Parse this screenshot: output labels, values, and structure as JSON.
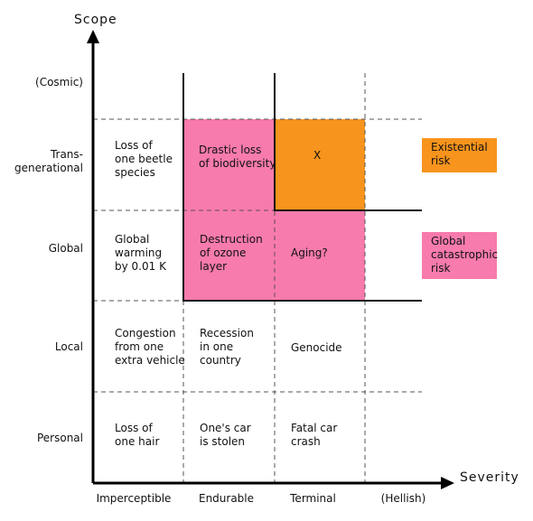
{
  "axes": {
    "y_title": "Scope",
    "x_title": "Severity"
  },
  "rows": [
    "(Cosmic)",
    "Trans-\ngenerational",
    "Global",
    "Local",
    "Personal"
  ],
  "columns": [
    "Imperceptible",
    "Endurable",
    "Terminal",
    "(Hellish)"
  ],
  "cells": {
    "trans_imperceptible": "Loss of\none beetle\nspecies",
    "trans_endurable": "Drastic loss\nof biodiversity",
    "trans_terminal": "X",
    "global_imperceptible": "Global\nwarming\nby 0.01 K",
    "global_endurable": "Destruction\nof ozone\nlayer",
    "global_terminal": "Aging?",
    "local_imperceptible": "Congestion\nfrom one\nextra vehicle",
    "local_endurable": "Recession\nin one\ncountry",
    "local_terminal": "Genocide",
    "personal_imperceptible": "Loss of\none hair",
    "personal_endurable": "One's car\nis stolen",
    "personal_terminal": "Fatal car\ncrash"
  },
  "legend": {
    "existential": "Existential\nrisk",
    "catastrophic": "Global\ncatastrophic\nrisk"
  },
  "colors": {
    "existential": "#f7941d",
    "catastrophic": "#f77bac"
  }
}
